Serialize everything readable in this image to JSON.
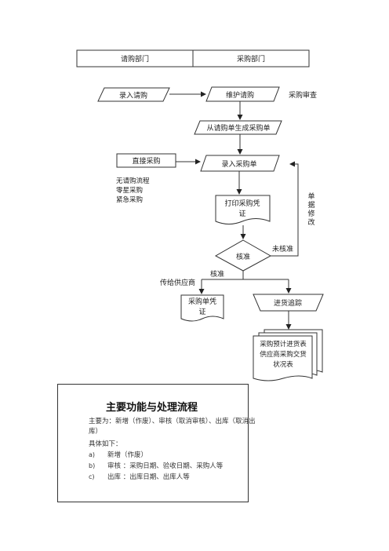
{
  "header": {
    "left_label": "请购部门",
    "right_label": "采购部门"
  },
  "flow": {
    "enter_requisition": "录入请购",
    "maintain_requisition": "维护请购",
    "purchase_review": "采购审查",
    "generate_po": "从请购单生成采购单",
    "direct_purchase": "直接采购",
    "enter_po": "录入采购单",
    "direct_notes": [
      "无请购流程",
      "零星采购",
      "紧急采购"
    ],
    "print_voucher": [
      "打印采购凭",
      "证"
    ],
    "approve": "核准",
    "not_approved": "未核准",
    "revise": [
      "单",
      "据",
      "修",
      "改"
    ],
    "approved": "核准",
    "send_supplier": "传给供应商",
    "po_voucher": [
      "采购单凭",
      "证"
    ],
    "tracking": "进货追踪",
    "reports": [
      "采购预计进货表",
      "供应商采购交货",
      "状况表"
    ]
  },
  "info_box": {
    "title": "主要功能与处理流程",
    "description": "主要为：新增（作废）、审核（取消审核）、出库（取消出库）",
    "subtitle": "具体如下：",
    "items": [
      {
        "marker": "a)",
        "text": "新增（作废）"
      },
      {
        "marker": "b)",
        "text": "审核 ：采购日期、验收日期、采购人等"
      },
      {
        "marker": "c)",
        "text": "出库 ：出库日期、出库人等"
      }
    ]
  }
}
